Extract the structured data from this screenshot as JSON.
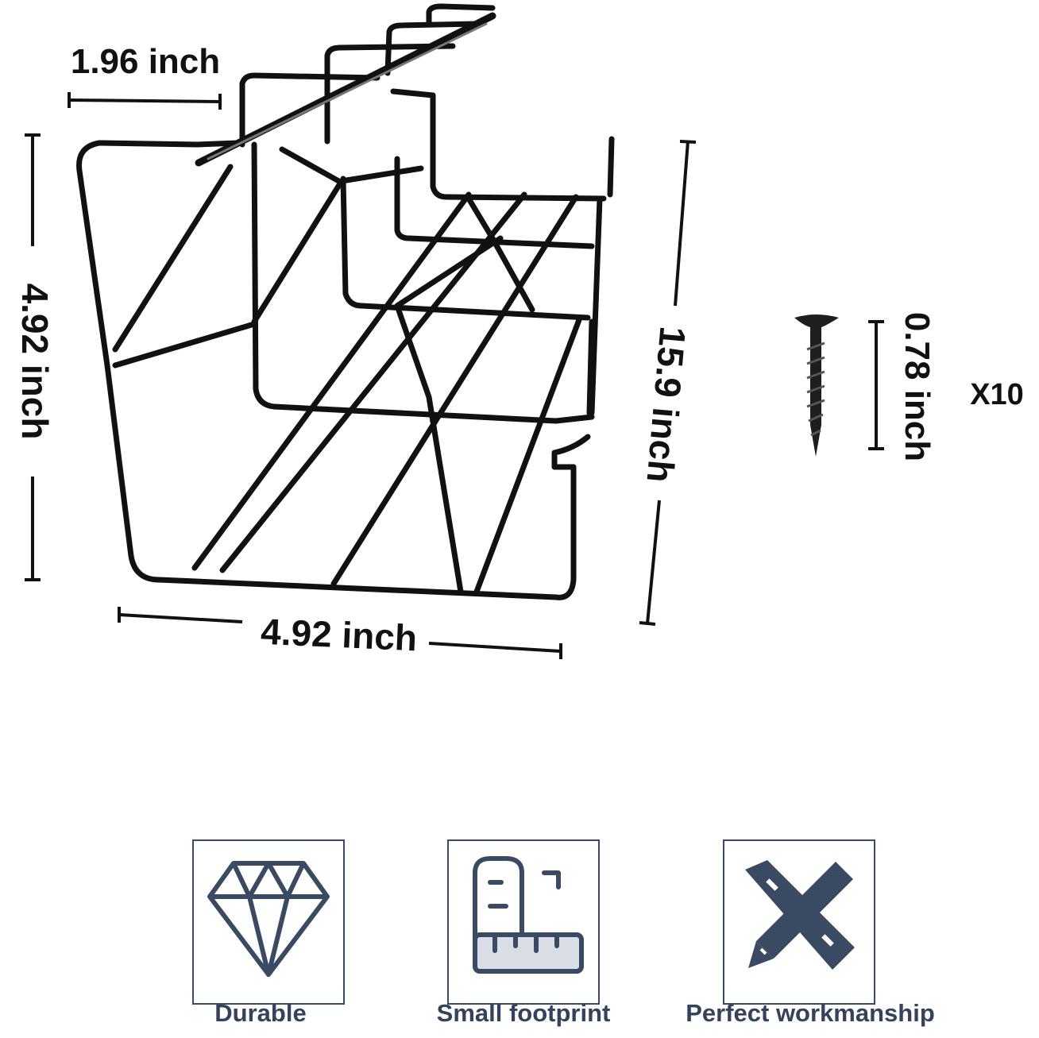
{
  "dimensions": {
    "top_depth": "1.96 inch",
    "height": "4.92 inch",
    "width": "4.92 inch",
    "length": "15.9 inch",
    "screw_length": "0.78 inch",
    "screw_quantity": "X10"
  },
  "features": [
    {
      "label": "Durable",
      "icon": "diamond-icon"
    },
    {
      "label": "Small footprint",
      "icon": "ruler-footprint-icon"
    },
    {
      "label": "Perfect workmanship",
      "icon": "pencil-ruler-icon"
    }
  ],
  "colors": {
    "ink": "#111111",
    "icon_navy": "#3b4a63",
    "label_navy": "#34435b"
  }
}
